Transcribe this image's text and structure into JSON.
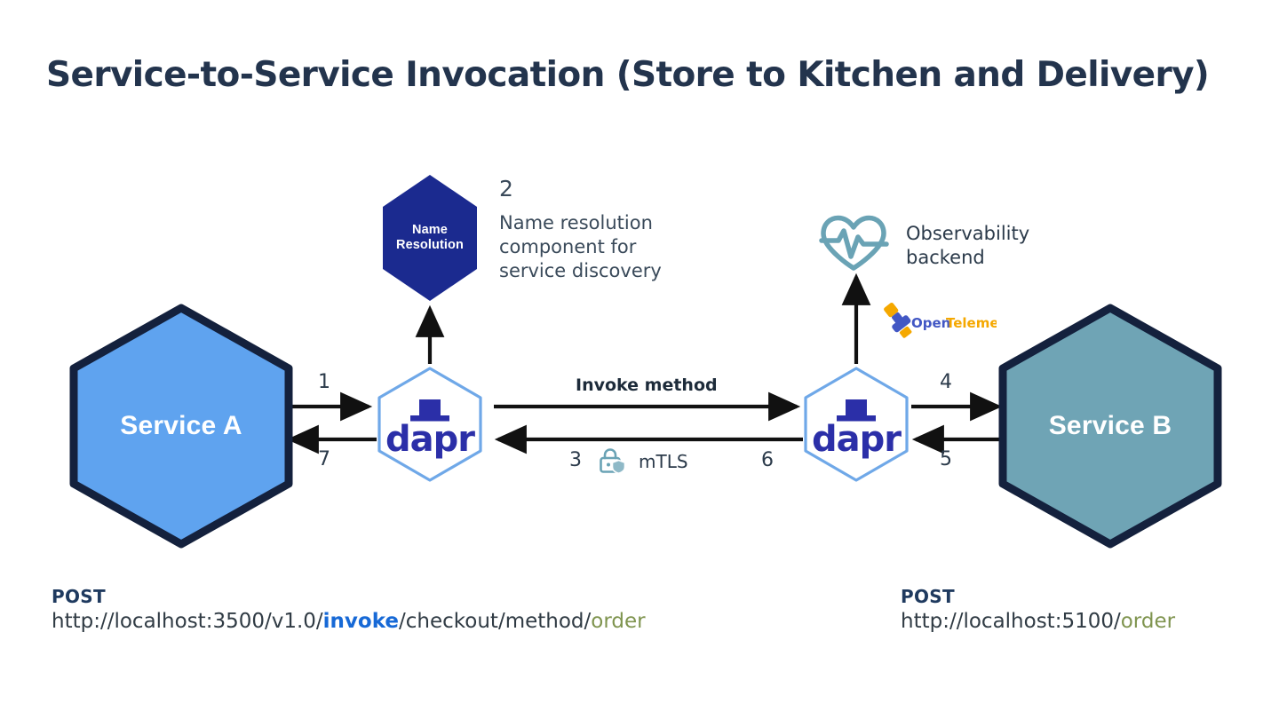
{
  "page": {
    "title": "Service-to-Service Invocation (Store to Kitchen and Delivery)",
    "background": "#ffffff"
  },
  "colors": {
    "title": "#23344d",
    "service_a_fill": "#5fa3ef",
    "service_b_fill": "#6fa4b5",
    "hex_stroke": "#14213d",
    "name_resolution_fill": "#1b2a8f",
    "dapr_stroke": "#6fa8e8",
    "dapr_text": "#2b2fa8",
    "arrow": "#111111",
    "teal_icon": "#6aa3b5",
    "otel_blue": "#4257c4",
    "otel_gold": "#f5a800",
    "url_blue": "#1769d6",
    "url_green": "#7f944f",
    "url_text": "#303b44",
    "verb_navy": "#1f3a5f"
  },
  "nodes": {
    "service_a": {
      "label": "Service A",
      "shape": "hexagon"
    },
    "service_b": {
      "label": "Service B",
      "shape": "hexagon"
    },
    "name_resolution": {
      "label_line1": "Name",
      "label_line2": "Resolution",
      "shape": "hexagon"
    },
    "dapr_left": {
      "logo_text": "dapr",
      "icon": "dapr-sidecar-hexagon"
    },
    "dapr_right": {
      "logo_text": "dapr",
      "icon": "dapr-sidecar-hexagon"
    }
  },
  "annotations": {
    "name_resolution": {
      "number": "2",
      "description": "Name resolution component for service discovery"
    },
    "observability": {
      "label": "Observability backend",
      "icon": "heart-pulse-icon",
      "telemetry_logo": {
        "part1": "Open",
        "part2": "Telemetry"
      }
    }
  },
  "flows": {
    "invoke_method_label": "Invoke method",
    "mtls_label": "mTLS",
    "mtls_icon": "lock-shield-icon",
    "steps": [
      {
        "id": "1",
        "number": "1",
        "direction": "right",
        "from": "service-a",
        "to": "dapr-left"
      },
      {
        "id": "7",
        "number": "7",
        "direction": "left",
        "from": "dapr-left",
        "to": "service-a"
      },
      {
        "id": "2",
        "number": "2",
        "direction": "up",
        "from": "dapr-left",
        "to": "name-resolution"
      },
      {
        "id": "3",
        "number": "3",
        "direction": "left",
        "from": "dapr-right",
        "to": "dapr-left"
      },
      {
        "id": "4",
        "number": "4",
        "direction": "right",
        "from": "dapr-right",
        "to": "service-b"
      },
      {
        "id": "5",
        "number": "5",
        "direction": "left",
        "from": "service-b",
        "to": "dapr-right"
      },
      {
        "id": "6",
        "number": "6",
        "direction": "left",
        "from": "dapr-right",
        "to": "dapr-left"
      }
    ]
  },
  "endpoints": {
    "left": {
      "verb": "POST",
      "url_full": "http://localhost:3500/v1.0/invoke/checkout/method/order",
      "parts": {
        "prefix": "http://localhost:3500/v1.0/",
        "highlight": "invoke",
        "middle": "/checkout/method/",
        "suffix": "order"
      }
    },
    "right": {
      "verb": "POST",
      "url_full": "http://localhost:5100/order",
      "parts": {
        "prefix": "http://localhost:5100/",
        "suffix": "order"
      }
    }
  }
}
